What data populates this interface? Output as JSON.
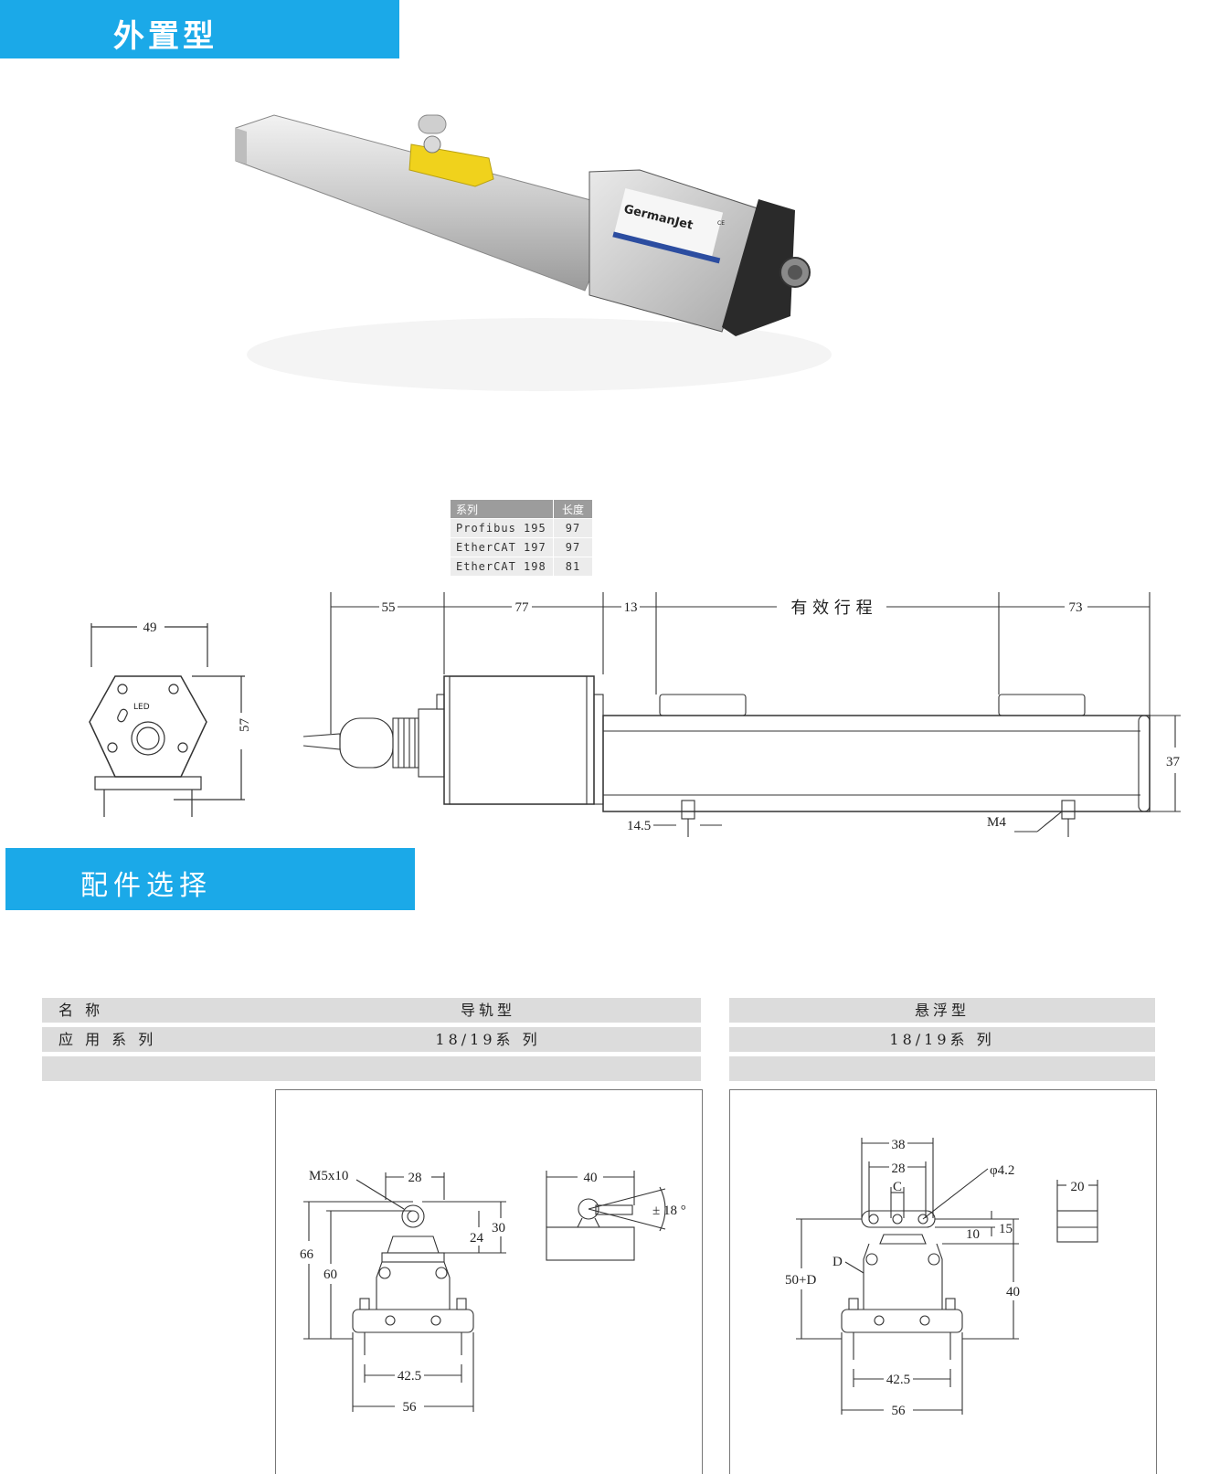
{
  "section1": {
    "title": "外置型"
  },
  "product": {
    "brand": "GermanJet",
    "ce_mark": "CE"
  },
  "series_table": {
    "headers": [
      "系列",
      "长度"
    ],
    "rows": [
      [
        "Profibus 195",
        "97"
      ],
      [
        "EtherCAT 197",
        "97"
      ],
      [
        "EtherCAT 198",
        "81"
      ]
    ]
  },
  "side_view": {
    "width_label": "49",
    "height_label": "57",
    "led_label": "LED"
  },
  "main_drawing": {
    "dim_55": "55",
    "dim_77": "77",
    "dim_13": "13",
    "stroke_label": "有 效 行 程",
    "dim_73": "73",
    "dim_37": "37",
    "dim_14_5": "14.5",
    "m4_label": "M4"
  },
  "section2": {
    "title": "配件选择"
  },
  "accessories": {
    "label_col": {
      "name": "名 称",
      "series": "应 用 系 列"
    },
    "guide": {
      "name": "导轨型",
      "series": "18/19系 列",
      "dims": {
        "m5": "M5x10",
        "d28": "28",
        "d40": "40",
        "d30": "30",
        "d24": "24",
        "d18": "± 18 °",
        "d66": "66",
        "d60": "60",
        "d42_5": "42.5",
        "d56": "56"
      }
    },
    "floating": {
      "name": "悬浮型",
      "series": "18/19系 列",
      "dims": {
        "d38": "38",
        "d28": "28",
        "c": "C",
        "phi": "φ4.2",
        "d20": "20",
        "d10": "10",
        "d15": "15",
        "d": "D",
        "d50d": "50+D",
        "d40": "40",
        "d42_5": "42.5",
        "d56": "56"
      }
    }
  }
}
